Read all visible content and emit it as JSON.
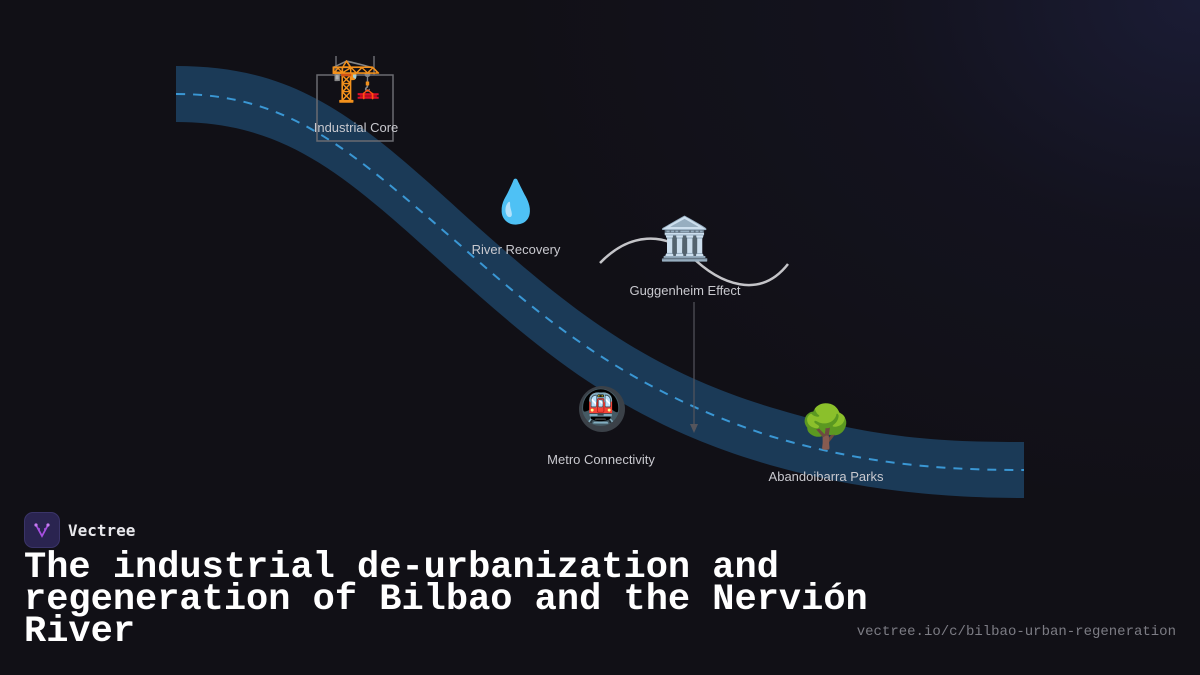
{
  "diagram": {
    "colors": {
      "background": "#111016",
      "river_fill": "#1b3a57",
      "river_centerline": "#3a97d4",
      "label_text": "#c9c9cf",
      "accent_purple": "#a64fe0"
    },
    "nodes": [
      {
        "id": "industrial-core",
        "label": "Industrial Core",
        "icon": "construction-crane-icon",
        "glyph": "🏗️"
      },
      {
        "id": "river-recovery",
        "label": "River Recovery",
        "icon": "water-droplet-icon",
        "glyph": "💧"
      },
      {
        "id": "guggenheim-effect",
        "label": "Guggenheim Effect",
        "icon": "classical-building-icon",
        "glyph": "🏛️"
      },
      {
        "id": "metro-connectivity",
        "label": "Metro Connectivity",
        "icon": "metro-train-icon",
        "glyph": "🚇"
      },
      {
        "id": "abandoibarra-parks",
        "label": "Abandoibarra Parks",
        "icon": "deciduous-tree-icon",
        "glyph": "🌳"
      }
    ]
  },
  "brand": {
    "name": "Vectree",
    "logo_icon": "vectree-logo-icon"
  },
  "title": "The industrial de-urbanization and regeneration of Bilbao and the Nervión River",
  "url": "vectree.io/c/bilbao-urban-regeneration"
}
